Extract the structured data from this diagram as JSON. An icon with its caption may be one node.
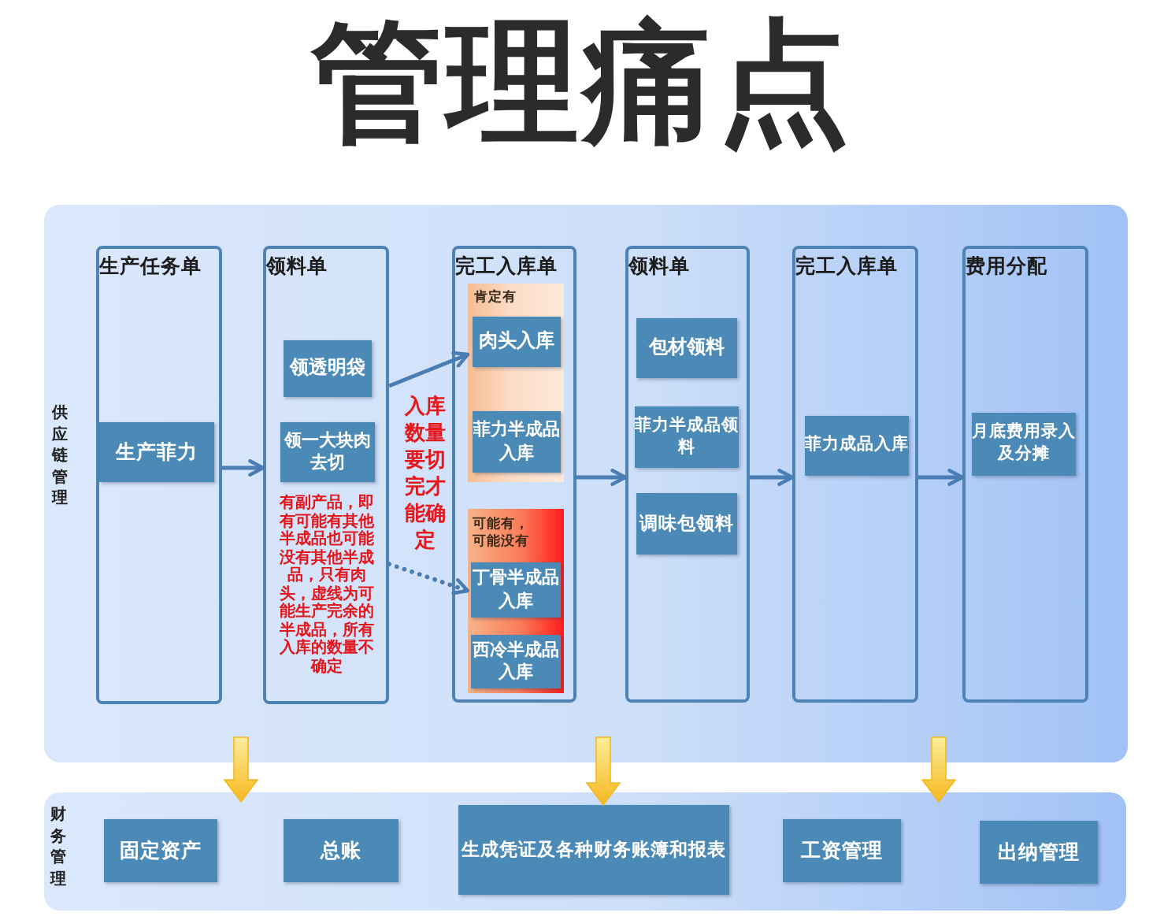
{
  "diagram": {
    "title": "管理痛点",
    "nodes": [
      {
        "text": [
          "供应链管理"
        ]
      },
      {
        "text": [
          "生产任务单"
        ],
        "in": 0
      },
      {
        "text": [
          "生产菲力"
        ],
        "in": 1
      },
      {
        "text": [
          "领料单",
          "有副产品，即有可能有其他半成品也可能没有其他半成品，只有肉头，虚线为可能生产完余的半成品，所有入库的数量不确定"
        ],
        "in": 0
      },
      {
        "text": [
          "领透明袋"
        ],
        "in": 3
      },
      {
        "text": [
          "领一大块肉去切"
        ],
        "in": 3
      },
      {
        "text": [
          "完工入库单"
        ],
        "in": 0
      },
      {
        "text": [
          "肯定有"
        ],
        "in": 6
      },
      {
        "text": [
          "肉头入库"
        ],
        "in": 7
      },
      {
        "text": [
          "菲力半成品入库"
        ],
        "in": 7
      },
      {
        "text": [
          "可能有，可能没有"
        ],
        "in": 6
      },
      {
        "text": [
          "丁骨半成品入库"
        ],
        "in": 10
      },
      {
        "text": [
          "西冷半成品入库"
        ],
        "in": 10
      },
      {
        "text": [
          "领料单"
        ],
        "in": 0
      },
      {
        "text": [
          "包材领料"
        ],
        "in": 13
      },
      {
        "text": [
          "菲力半成品领料"
        ],
        "in": 13
      },
      {
        "text": [
          "调味包领料"
        ],
        "in": 13
      },
      {
        "text": [
          "完工入库单"
        ],
        "in": 0
      },
      {
        "text": [
          "菲力成品入库"
        ],
        "in": 17
      },
      {
        "text": [
          "费用分配"
        ],
        "in": 0
      },
      {
        "text": [
          "月底费用录入及分摊"
        ],
        "in": 19
      },
      {
        "text": [
          "财务管理"
        ]
      },
      {
        "text": [
          "固定资产"
        ],
        "in": 21
      },
      {
        "text": [
          "总账"
        ],
        "in": 21
      },
      {
        "text": [
          "生成凭证及各种财务账簿和报表"
        ],
        "in": 21
      },
      {
        "text": [
          "工资管理"
        ],
        "in": 21
      },
      {
        "text": [
          "出纳管理"
        ],
        "in": 21
      }
    ],
    "edges": [
      {
        "from": 1,
        "to": 3,
        "arrow": "to"
      },
      {
        "from": 3,
        "to": 7,
        "arrow": "to"
      },
      {
        "from": 3,
        "to": 10,
        "arrow": "to",
        "style": "dashed"
      },
      {
        "from": 6,
        "to": 13,
        "arrow": "to"
      },
      {
        "from": 13,
        "to": 17,
        "arrow": "to"
      },
      {
        "from": 17,
        "to": 19,
        "arrow": "to"
      },
      {
        "from": 0,
        "to": 21,
        "arrow": "to",
        "style": "thick",
        "color": "#f5b81f"
      },
      {
        "from": 0,
        "to": 24,
        "arrow": "to",
        "style": "thick",
        "color": "#f5b81f"
      },
      {
        "from": 0,
        "to": 21,
        "arrow": "to",
        "style": "thick",
        "color": "#f5b81f"
      }
    ],
    "labels": [
      "入库数量要切完才能确定"
    ]
  }
}
